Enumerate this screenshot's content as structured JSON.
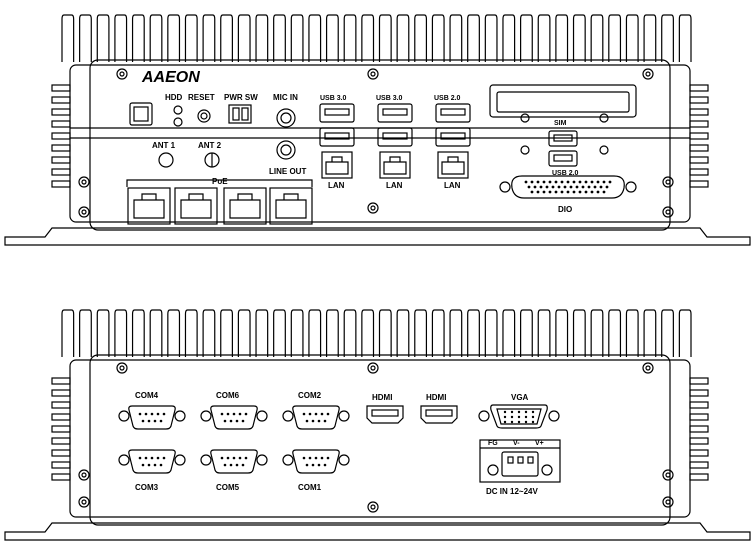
{
  "front": {
    "brand": "AAEON",
    "labels": {
      "hdd": "HDD",
      "reset": "RESET",
      "pwr_sw": "PWR SW",
      "mic_in": "MIC IN",
      "line_out": "LINE OUT",
      "ant1": "ANT 1",
      "ant2": "ANT 2",
      "poe": "PoE",
      "usb1": "USB 3.0",
      "usb2": "USB 3.0",
      "usb3": "USB 2.0",
      "usb4": "USB 2.0",
      "lan": "LAN",
      "sim": "SIM",
      "dio": "DIO"
    }
  },
  "rear": {
    "labels": {
      "com4": "COM4",
      "com6": "COM6",
      "com2": "COM2",
      "com3": "COM3",
      "com5": "COM5",
      "com1": "COM1",
      "hdmi1": "HDMI",
      "hdmi2": "HDMI",
      "vga": "VGA",
      "fg": "FG",
      "vminus": "V-",
      "vplus": "V+",
      "dc_in": "DC IN 12~24V"
    }
  }
}
